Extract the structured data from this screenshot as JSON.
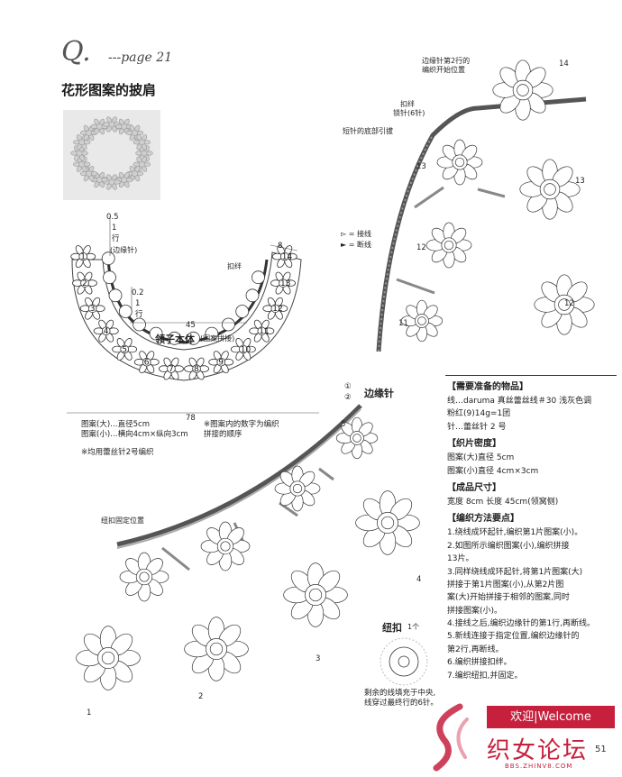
{
  "header": {
    "letter": "Q.",
    "page_ref": "---page 21"
  },
  "title": "花形图案的披肩",
  "collar": {
    "label_main": "领子本体",
    "label_sub": "(图案拼接)",
    "edge_label": "(边缘针)",
    "clasp_label": "扣绊",
    "dim_05": "0.5",
    "dim_1row_a": "1",
    "dim_1row_b": "行",
    "dim_02": "0.2",
    "dim_1row_c": "1",
    "dim_1row_d": "行",
    "dim_8": "8",
    "dim_45": "45",
    "dim_78": "78",
    "notes": [
      "图案(大)…直径5cm",
      "图案(小)…横向4cm×纵向3cm",
      "※均用蕾丝针2号编织"
    ],
    "side_note_1": "※图案内的数字为编织",
    "side_note_2": "拼接的顺序",
    "motif_numbers": [
      "1",
      "2",
      "3",
      "4",
      "5",
      "6",
      "7",
      "8",
      "9",
      "10",
      "11",
      "12",
      "13",
      "14"
    ]
  },
  "legend": {
    "join": "= 接线",
    "cut": "= 断线"
  },
  "upper_chart": {
    "edge_start_1": "边缘针第2行的",
    "edge_start_2": "编织开始位置",
    "clasp_1": "扣绊",
    "clasp_2": "锁针(6针)",
    "short_stitch": "短针的底部引拔",
    "numbers": [
      "14",
      "13",
      "13",
      "12",
      "12",
      "11"
    ]
  },
  "lower_chart": {
    "edge_label": "边缘针",
    "row1": "①",
    "row2": "②",
    "button_pos": "纽扣固定位置",
    "numbers": [
      "1",
      "2",
      "3",
      "4",
      "5"
    ]
  },
  "button": {
    "label": "纽扣",
    "count": "1个",
    "note_1": "剩余的线填充于中央,",
    "note_2": "线穿过最终行的6针。"
  },
  "panel": {
    "materials_h": "【需要准备的物品】",
    "materials_1": "线…daruma 真丝蕾丝线＃30  浅灰色调",
    "materials_2": "粉红(9)14g=1团",
    "materials_3": "针…蕾丝针 2 号",
    "gauge_h": "【织片密度】",
    "gauge_1": "图案(大)直径 5cm",
    "gauge_2": "图案(小)直径 4cm×3cm",
    "size_h": "【成品尺寸】",
    "size_1": "宽度 8cm  长度 45cm(领窝侧)",
    "method_h": "【编织方法要点】",
    "steps": [
      "1.绕线成环起针,编织第1片图案(小)。",
      "2.如图所示编织图案(小),编织拼接",
      "13片。",
      "3.同样绕线成环起针,将第1片图案(大)",
      "拼接于第1片图案(小),从第2片图",
      "案(大)开始拼接于相邻的图案,同时",
      "拼接图案(小)。",
      "4.接线之后,编织边缘针的第1行,再断线。",
      "5.新线连接于指定位置,编织边缘针的",
      "第2行,再断线。",
      "6.编织拼接扣绊。",
      "7.编织纽扣,并固定。"
    ]
  },
  "footer": {
    "welcome": "欢迎|Welcome",
    "forum": "织女论坛",
    "url": "BBS.ZHINV8.COM",
    "page": "51"
  }
}
